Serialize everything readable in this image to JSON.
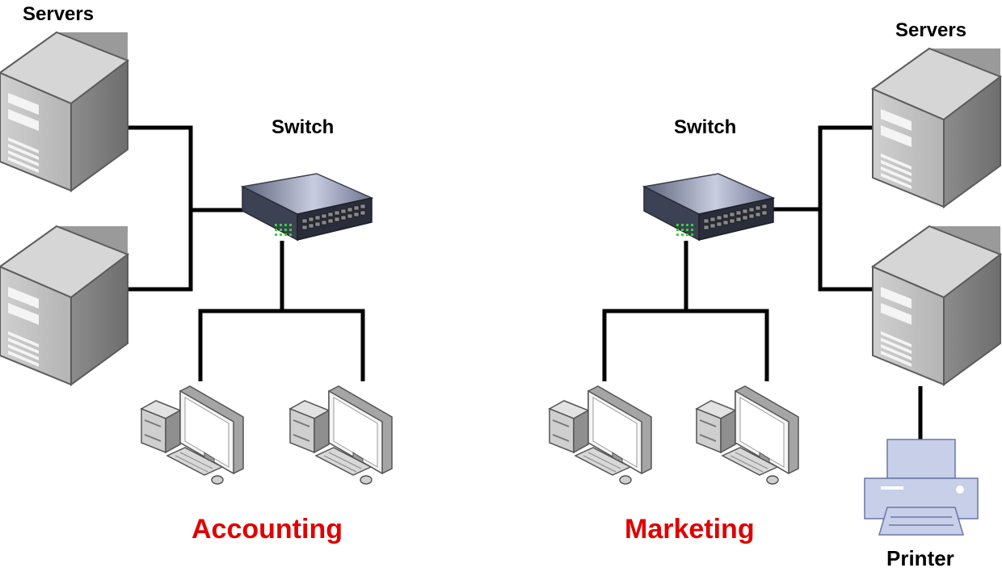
{
  "left": {
    "servers_label": "Servers",
    "switch_label": "Switch",
    "department_label": "Accounting"
  },
  "right": {
    "servers_label": "Servers",
    "switch_label": "Switch",
    "department_label": "Marketing",
    "printer_label": "Printer"
  },
  "colors": {
    "department": "#e00000",
    "cable": "#000000",
    "server_body": "#a7a7a7",
    "switch_body": "#5a5f73",
    "port_led": "#3bd13b",
    "printer": "#c8cfe8"
  }
}
